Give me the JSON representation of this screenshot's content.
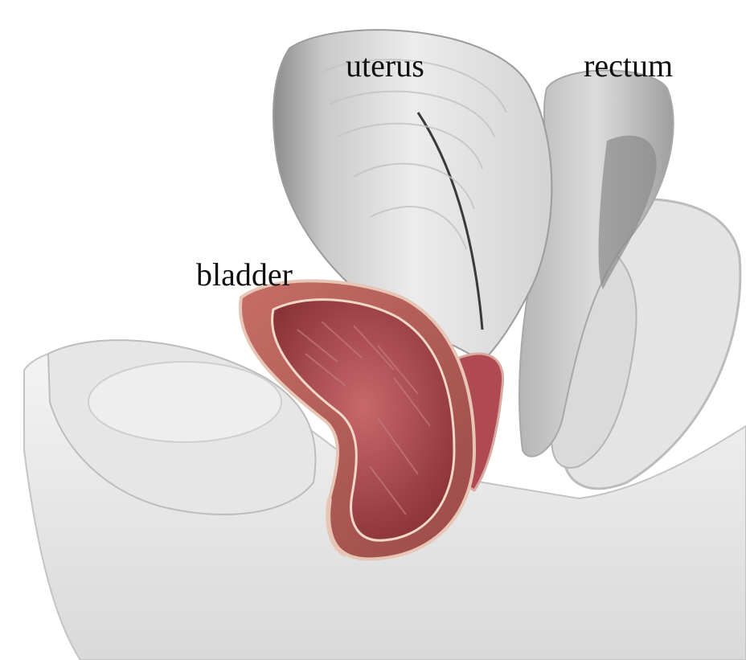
{
  "labels": {
    "uterus": "uterus",
    "rectum": "rectum",
    "bladder": "bladder"
  },
  "colors": {
    "background": "#ffffff",
    "tissue_light": "#e9e9e9",
    "tissue_mid": "#cfcfcf",
    "tissue_dark": "#a9a9a9",
    "bladder_wall": "#b85a55",
    "bladder_inner": "#9a3f44",
    "bladder_lining": "#f0d8c8",
    "vagina": "#b04a52"
  }
}
